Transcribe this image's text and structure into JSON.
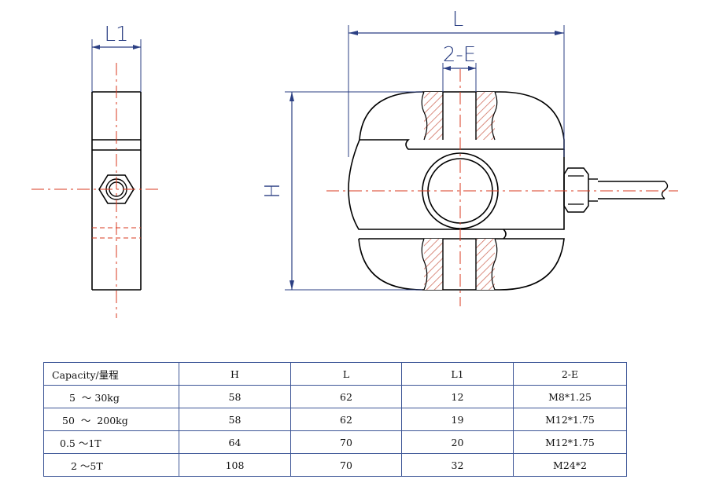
{
  "drawing": {
    "labels": {
      "l1": "L1",
      "l": "L",
      "two_e": "2-E",
      "h": "H"
    },
    "colors": {
      "outline": "#000000",
      "dimension": "#2b3f83",
      "centerline": "#d93a1f",
      "hatch": "#d07060"
    }
  },
  "table": {
    "headers": [
      "Capacity/量程",
      "H",
      "L",
      "L1",
      "2-E"
    ],
    "rows": [
      [
        "5  ～ 30kg",
        "58",
        "62",
        "12",
        "M8*1.25"
      ],
      [
        "50  ～  200kg",
        "58",
        "62",
        "19",
        "M12*1.75"
      ],
      [
        "0.5 ～1T",
        "64",
        "70",
        "20",
        "M12*1.75"
      ],
      [
        "2 ～5T",
        "108",
        "70",
        "32",
        "M24*2"
      ]
    ]
  }
}
